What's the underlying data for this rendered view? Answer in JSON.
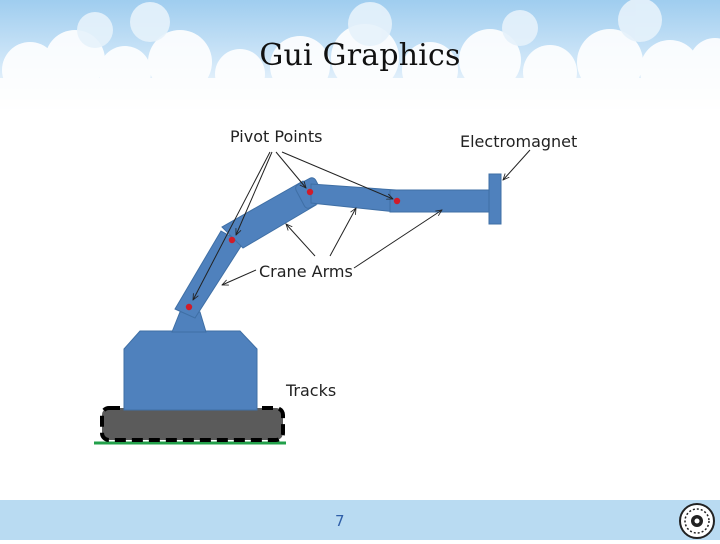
{
  "slide": {
    "title": "Gui Graphics",
    "page_number": "7"
  },
  "labels": {
    "pivot_points": "Pivot Points",
    "electromagnet": "Electromagnet",
    "crane_arms": "Crane Arms",
    "tracks": "Tracks"
  },
  "colors": {
    "arm_blue": "#4f81bd",
    "pivot_red": "#d01c2a",
    "track_gray": "#5b5b5b",
    "ground_green": "#22a04a",
    "footer_blue": "#b9dbf2"
  }
}
